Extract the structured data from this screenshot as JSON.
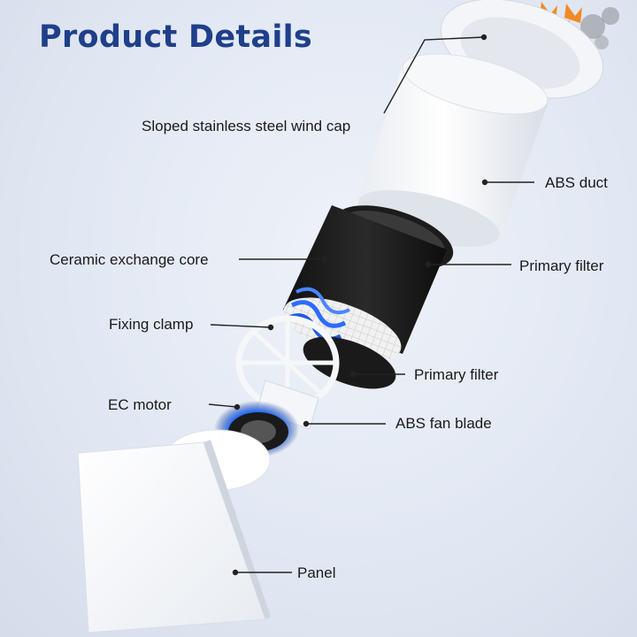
{
  "title": "Product Details",
  "labels": {
    "wind_cap": "Sloped stainless steel wind cap",
    "abs_duct": "ABS duct",
    "ceramic_core": "Ceramic exchange core",
    "primary_filter_top": "Primary filter",
    "fixing_clamp": "Fixing clamp",
    "primary_filter_bottom": "Primary filter",
    "ec_motor": "EC motor",
    "abs_fan_blade": "ABS fan blade",
    "panel": "Panel"
  },
  "colors": {
    "title": "#1f3f8a",
    "motor_glow": "#1e6bff",
    "airflow_out": "#f08a24"
  }
}
